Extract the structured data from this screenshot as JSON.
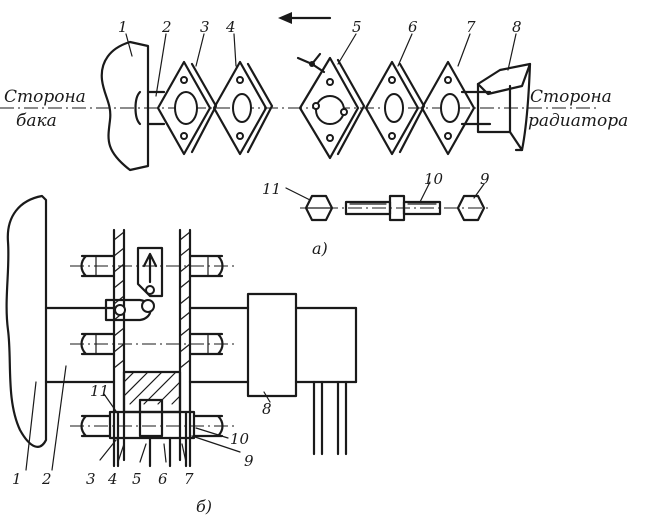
{
  "labels": {
    "side_tank_line1": "Сторона",
    "side_tank_line2": "бака",
    "side_radiator_line1": "Сторона",
    "side_radiator_line2": "радиатора",
    "fig_a": "а)",
    "fig_b": "б)"
  },
  "top_numbers": [
    "1",
    "2",
    "3",
    "4",
    "5",
    "6",
    "7",
    "8"
  ],
  "fastener_numbers": [
    "11",
    "10",
    "9"
  ],
  "bottom_numbers": {
    "n1": "1",
    "n2": "2",
    "n3": "3",
    "n4": "4",
    "n5": "5",
    "n6": "6",
    "n7": "7",
    "n8": "8",
    "n9": "9",
    "n10": "10",
    "n11": "11"
  },
  "colors": {
    "ink": "#1a1a1a",
    "paper": "#ffffff"
  }
}
